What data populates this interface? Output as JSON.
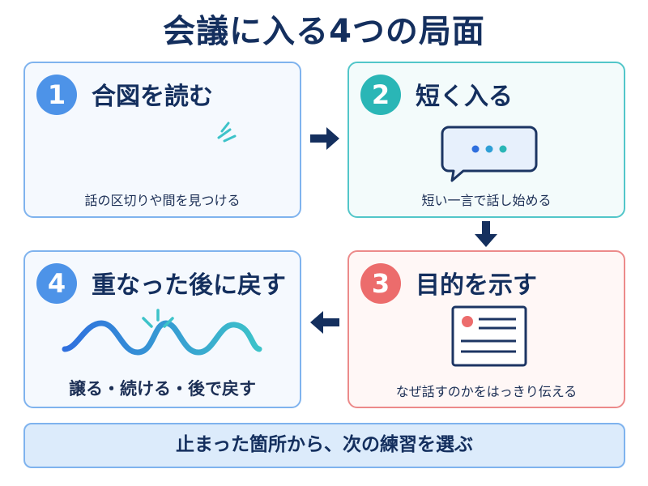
{
  "title": "会議に入る4つの局面",
  "steps": [
    {
      "number": "1",
      "title": "合図を読む",
      "description": "話の区切りや間を見つける",
      "accent": "#4d93e8"
    },
    {
      "number": "2",
      "title": "短く入る",
      "description": "短い一言で話し始める",
      "accent": "#2ab6b6"
    },
    {
      "number": "3",
      "title": "目的を示す",
      "description": "なぜ話すのかをはっきり伝える",
      "accent": "#ec6c6c"
    },
    {
      "number": "4",
      "title": "重なった後に戻す",
      "description": "譲る・続ける・後で戻す",
      "accent": "#4d93e8"
    }
  ],
  "footer": "止まった箇所から、次の練習を選ぶ",
  "icons": [
    "sound-wave-icon",
    "speech-bubble-icon",
    "document-icon",
    "wave-line-icon",
    "arrow-right-icon",
    "arrow-down-icon",
    "arrow-left-icon"
  ],
  "colors": {
    "navy": "#142f5e",
    "blue": "#4d93e8",
    "teal": "#2ab6b6",
    "red": "#ec6c6c",
    "banner": "#dcebfb"
  }
}
